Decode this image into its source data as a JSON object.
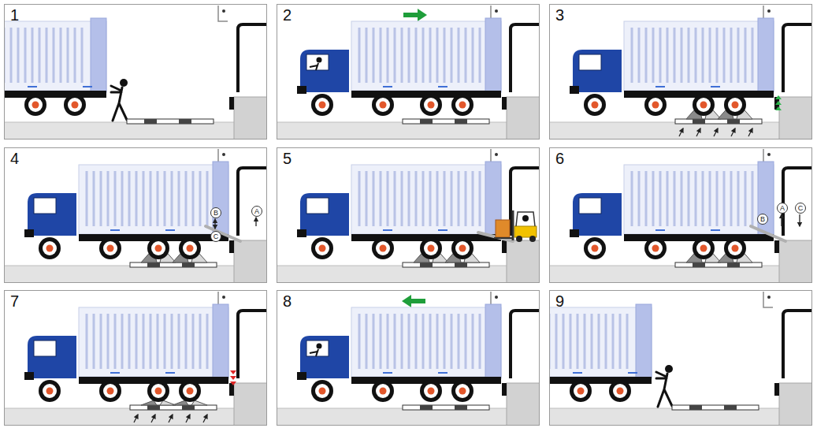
{
  "diagram": {
    "nodes": [
      {
        "text": [
          "1"
        ]
      },
      {
        "text": [
          "2"
        ]
      },
      {
        "text": [
          "3"
        ]
      },
      {
        "text": [
          "4"
        ]
      },
      {
        "text": [
          "B"
        ],
        "in": 3
      },
      {
        "text": [
          "C"
        ],
        "in": 3
      },
      {
        "text": [
          "A"
        ],
        "in": 3
      },
      {
        "text": [
          "5"
        ]
      },
      {
        "text": [
          "6"
        ]
      },
      {
        "text": [
          "B"
        ],
        "in": 8
      },
      {
        "text": [
          "A"
        ],
        "in": 8
      },
      {
        "text": [
          "C"
        ],
        "in": 8
      },
      {
        "text": [
          "7"
        ]
      },
      {
        "text": [
          "8"
        ]
      },
      {
        "text": [
          "9"
        ]
      }
    ]
  }
}
